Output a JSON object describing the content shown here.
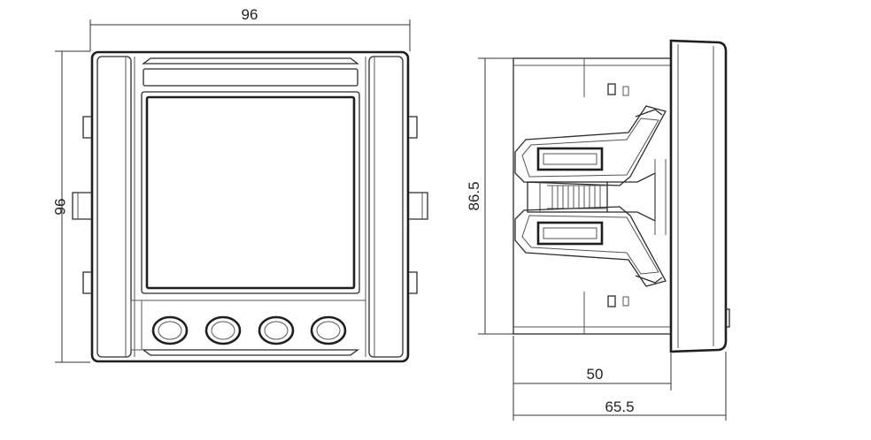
{
  "drawing": {
    "front_view": {
      "width_label": "96",
      "height_label": "96",
      "buttons": [
        "button-1",
        "button-2",
        "button-3",
        "button-4"
      ]
    },
    "side_view": {
      "height_label": "86.5",
      "depth_label": "50",
      "total_depth_label": "65.5"
    }
  }
}
